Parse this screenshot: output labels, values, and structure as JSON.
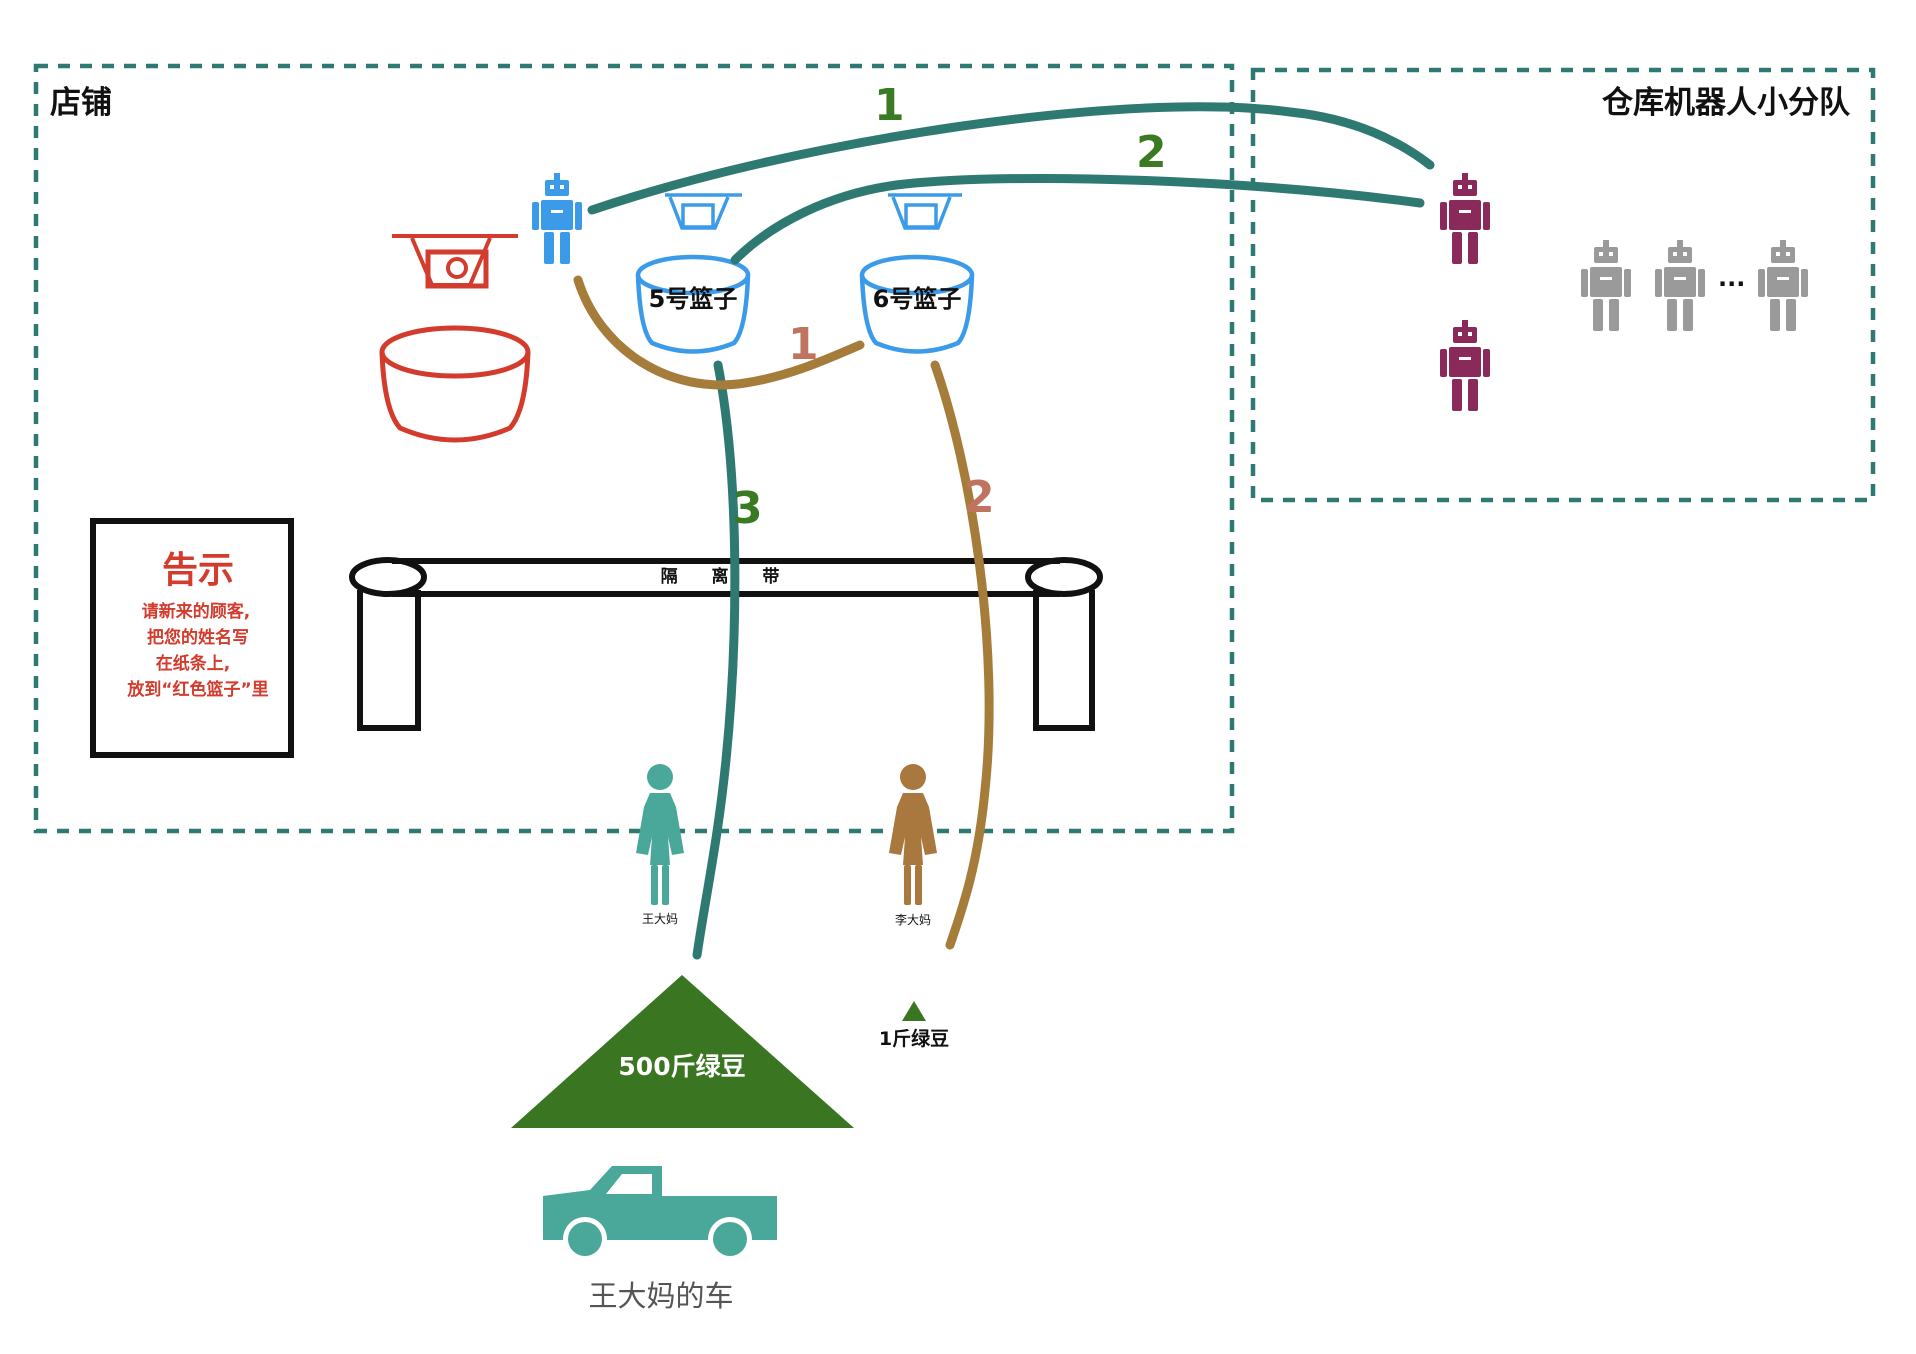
{
  "colors": {
    "store_border": "#2e7a72",
    "teal_arrow": "#2e7a72",
    "brown_arrow": "#a67c3a",
    "green_number": "#3a7a22",
    "brown_number": "#c07460",
    "blue_robot": "#3b9be8",
    "purple_robot": "#8a2a5a",
    "gray_robot": "#9a9a9a",
    "red_basket": "#d33b2c",
    "woman_teal": "#4aa89a",
    "woman_brown": "#a9783e",
    "bean_green": "#3a7522",
    "truck_teal": "#4aa89a"
  },
  "store": {
    "title": "店铺"
  },
  "warehouse": {
    "title": "仓库机器人小分队",
    "more": "..."
  },
  "baskets": {
    "basket5": {
      "label": "5号篮子"
    },
    "basket6": {
      "label": "6号篮子"
    }
  },
  "arrow_numbers": {
    "teal_1": "1",
    "teal_2": "2",
    "teal_3": "3",
    "brown_1": "1",
    "brown_2": "2"
  },
  "barrier": {
    "label": "隔 离 带"
  },
  "notice": {
    "title": "告示",
    "lines": [
      "请新来的顾客,",
      "把您的姓名写",
      "在纸条上,",
      "放到“红色篮子”里"
    ]
  },
  "people": {
    "wang": {
      "name": "王大妈"
    },
    "li": {
      "name": "李大妈"
    }
  },
  "beans": {
    "big": {
      "label": "500斤绿豆"
    },
    "small": {
      "label": "1斤绿豆"
    }
  },
  "car": {
    "caption": "王大妈的车"
  },
  "icons": {
    "robot": "robot-icon",
    "basket": "basket-icon",
    "drone_tray": "tray-icon",
    "woman": "woman-icon",
    "truck": "pickup-truck-icon",
    "pile": "triangle-pile-icon"
  }
}
